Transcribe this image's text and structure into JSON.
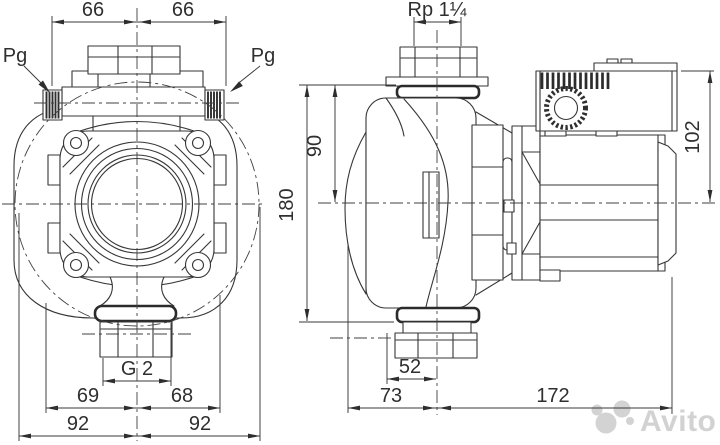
{
  "title": "pump-dimensional-drawing",
  "labels": {
    "pg_left": "Pg",
    "pg_right": "Pg",
    "dim_top_left": "66",
    "dim_top_right": "66",
    "dim_thread_top": "Rp 1¼",
    "dim_height_partial": "90",
    "dim_height_total": "180",
    "dim_motor_height": "102",
    "dim_thread_bottom": "G 2",
    "dim_bottom_69": "69",
    "dim_bottom_68": "68",
    "dim_bottom_92_left": "92",
    "dim_bottom_92_right": "92",
    "dim_side_52": "52",
    "dim_side_73": "73",
    "dim_side_172": "172"
  },
  "watermark": {
    "brand": "Avito"
  },
  "colors": {
    "line": "#363636",
    "background": "#ffffff",
    "watermark": "#c9c9c9"
  }
}
